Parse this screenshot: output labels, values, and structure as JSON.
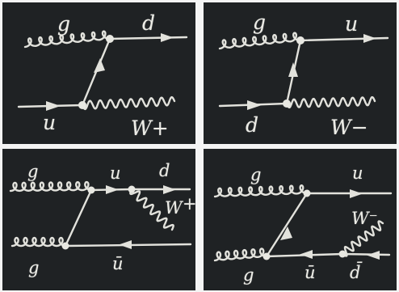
{
  "colors": {
    "board": "#1f2224",
    "chalk": "#e2e2dc",
    "frame": "#f4f4f4"
  },
  "panels": [
    {
      "name": "gluon-up-to-down-wplus",
      "labels": {
        "g": "g",
        "d": "d",
        "u": "u",
        "w": "W+"
      }
    },
    {
      "name": "gluon-down-to-up-wminus",
      "labels": {
        "g": "g",
        "u": "u",
        "d": "d",
        "w": "W−"
      }
    },
    {
      "name": "gluon-gluon-to-wplus-dbar-u",
      "labels": {
        "g_top": "g",
        "u": "u",
        "d": "d",
        "w": "W",
        "plus": "+",
        "g_bottom": "g",
        "ubar": "ū"
      }
    },
    {
      "name": "gluon-gluon-to-wminus-u-dbar",
      "labels": {
        "g_top": "g",
        "u": "u",
        "w": "W⁻",
        "g_bottom": "g",
        "ubar": "ū",
        "dbar": "d̄"
      }
    }
  ]
}
